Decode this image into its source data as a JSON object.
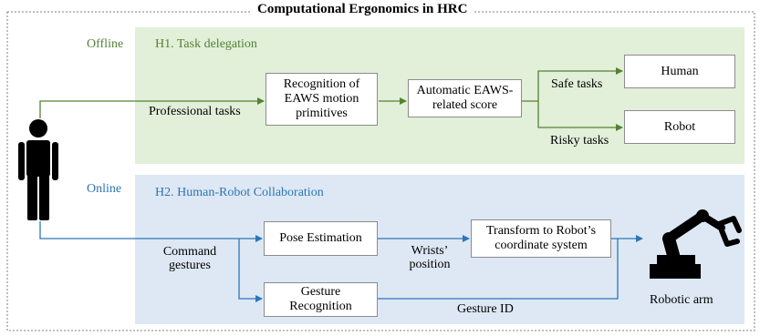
{
  "title": "Computational Ergonomics in HRC",
  "offline": {
    "mode_label": "Offline",
    "section_title": "H1. Task delegation",
    "input_label": "Professional tasks",
    "recognition_box": "Recognition of EAWS motion primitives",
    "score_box": "Automatic EAWS-related score",
    "safe_label": "Safe tasks",
    "risky_label": "Risky tasks",
    "human_box": "Human",
    "robot_box": "Robot"
  },
  "online": {
    "mode_label": "Online",
    "section_title": "H2. Human-Robot Collaboration",
    "input_label_line1": "Command",
    "input_label_line2": "gestures",
    "pose_box": "Pose Estimation",
    "gesture_box_line1": "Gesture",
    "gesture_box_line2": "Recognition",
    "wrist_label_line1": "Wrists’",
    "wrist_label_line2": "position",
    "transform_box_line1": "Transform to Robot’s",
    "transform_box_line2": "coordinate system",
    "gesture_id_label": "Gesture ID",
    "robot_arm_label": "Robotic arm"
  },
  "icons": [
    "person-icon",
    "robotic-arm-icon"
  ],
  "colors": {
    "offline_panel": "#e2efd9",
    "online_panel": "#dde8f4",
    "offline_accent": "#548235",
    "online_accent": "#2e75b6"
  }
}
